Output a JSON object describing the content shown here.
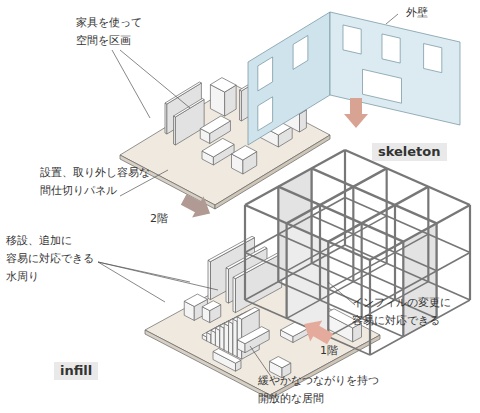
{
  "diagram": {
    "labels": [
      "外壁",
      "家具を使って 空間を区画",
      "skeleton",
      "設置、取り外し容易な 間仕切りパネル",
      "2階",
      "移設、追加に 容易に対応できる 水周り",
      "インフィルの変更に 容易に対応できる",
      "1階",
      "infill",
      "緩やかなつながりを持つ 開放的な居間"
    ]
  }
}
